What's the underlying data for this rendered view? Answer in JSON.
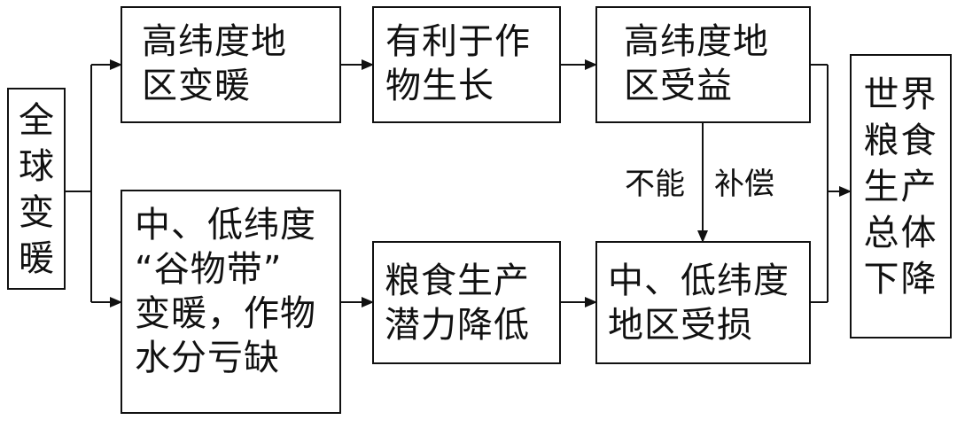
{
  "diagram": {
    "start": {
      "text": "全\n球\n变\n暖"
    },
    "upper_branch": {
      "cause": "高纬度地\n区变暖",
      "effect": "有利于作\n物生长",
      "result": "高纬度地\n区受益"
    },
    "lower_branch": {
      "cause": "中、低纬度\n“谷物带”\n变暖，作物\n水分亏缺",
      "effect": "粮食生产\n潜力降低",
      "result": "中、低纬度\n地区受损"
    },
    "compensation_label": {
      "left": "不能",
      "right": "补偿"
    },
    "outcome": {
      "text": "世界\n粮食\n生产\n总体\n下降"
    }
  },
  "colors": {
    "line": "#111111",
    "border": "#111111",
    "background": "#ffffff"
  }
}
